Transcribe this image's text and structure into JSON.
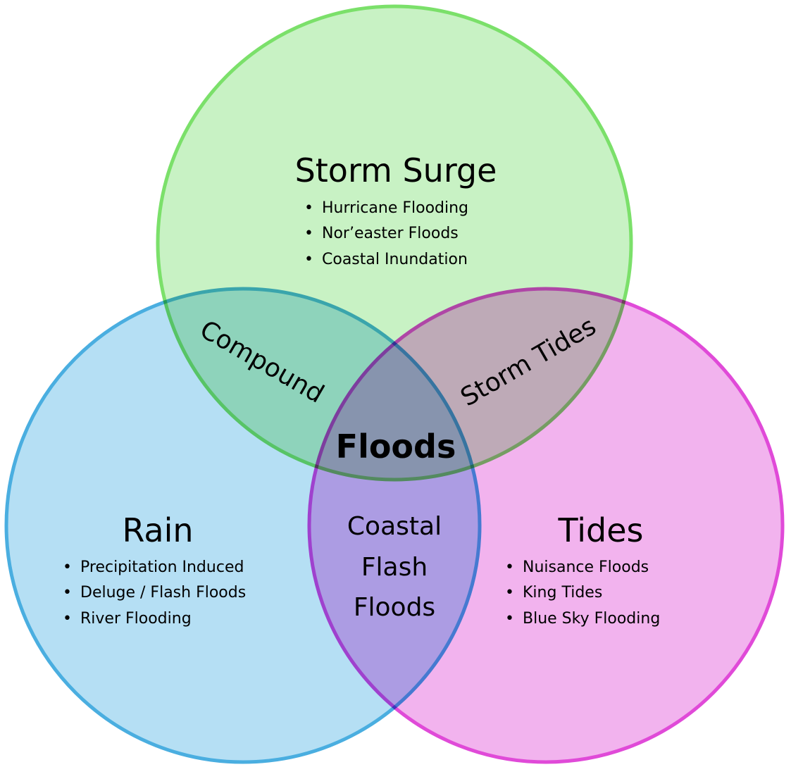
{
  "colors": {
    "storm_surge_fill": "#c8f2c4",
    "storm_surge_stroke": "#7be06a",
    "rain_fill": "#b5dff4",
    "rain_stroke": "#4aaee0",
    "tides_fill": "#f2b3ee",
    "tides_stroke": "#e04ad8"
  },
  "storm_surge": {
    "title": "Storm Surge",
    "items": [
      "Hurricane Flooding",
      "Nor’easter Floods",
      "Coastal Inundation"
    ]
  },
  "rain": {
    "title": "Rain",
    "items": [
      "Precipitation Induced",
      "Deluge / Flash Floods",
      "River Flooding"
    ]
  },
  "tides": {
    "title": "Tides",
    "items": [
      "Nuisance Floods",
      "King Tides",
      "Blue Sky Flooding"
    ]
  },
  "overlaps": {
    "surge_rain": "Compound",
    "surge_tides": "Storm Tides",
    "rain_tides": [
      "Coastal",
      "Flash",
      "Floods"
    ],
    "center": "Floods"
  },
  "bullet": "•"
}
